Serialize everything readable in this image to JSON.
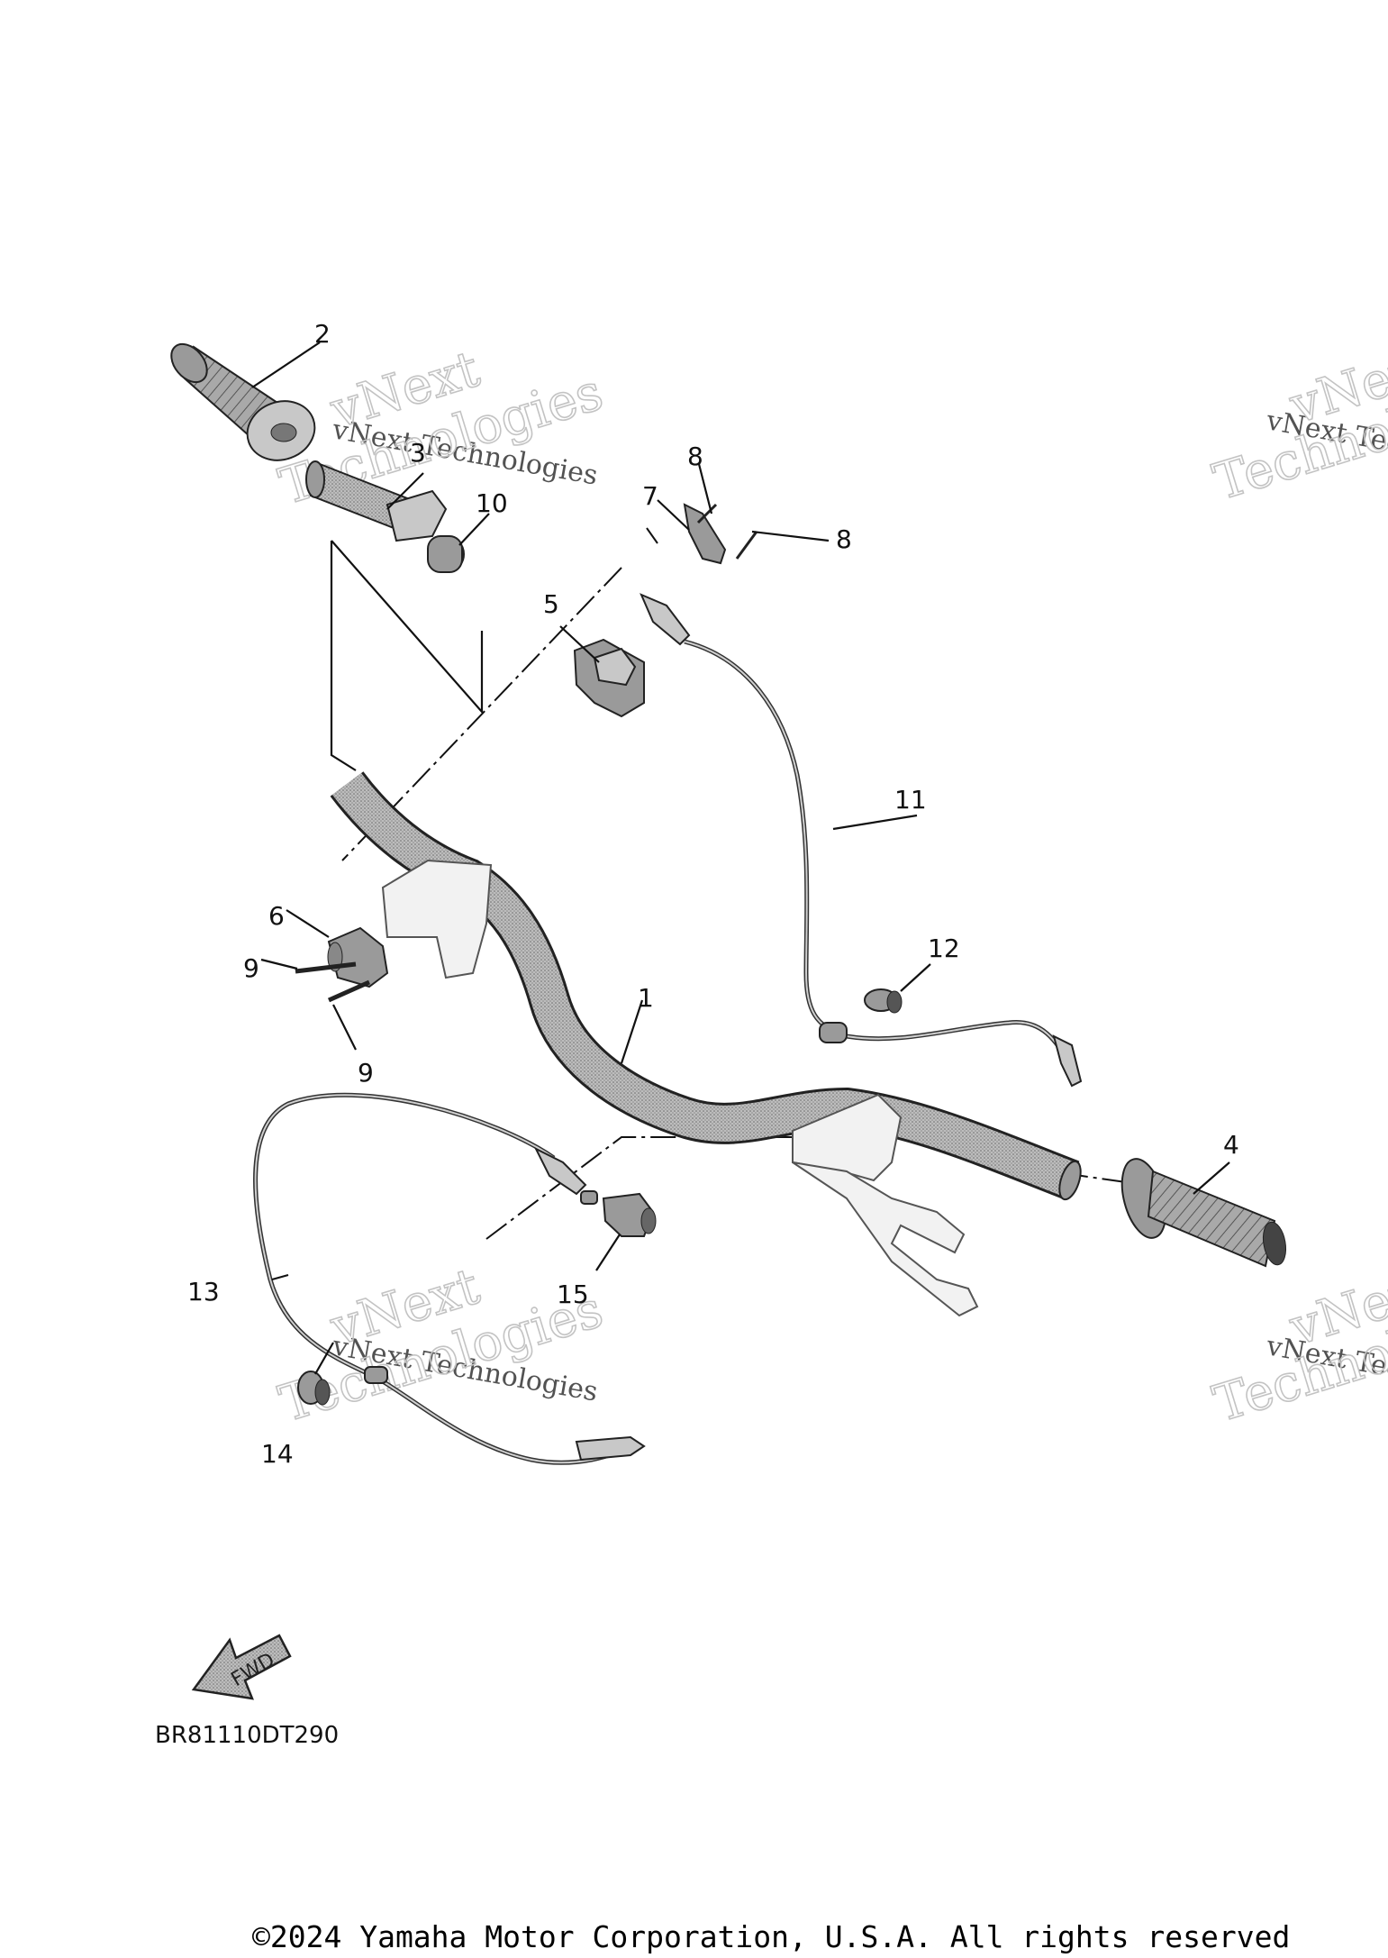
{
  "diagram": {
    "part_labels": [
      "1",
      "2",
      "3",
      "4",
      "5",
      "6",
      "7",
      "8",
      "8",
      "9",
      "9",
      "10",
      "11",
      "12",
      "13",
      "14",
      "15"
    ],
    "diagram_code": "BR81110DT290",
    "fwd_label": "FWD",
    "watermark_line1": "vNext Technologies",
    "watermark_line2a": "vNext",
    "watermark_line2b": "Technologies"
  },
  "footer": {
    "copyright": "©2024 Yamaha Motor Corporation, U.S.A. All rights reserved"
  }
}
